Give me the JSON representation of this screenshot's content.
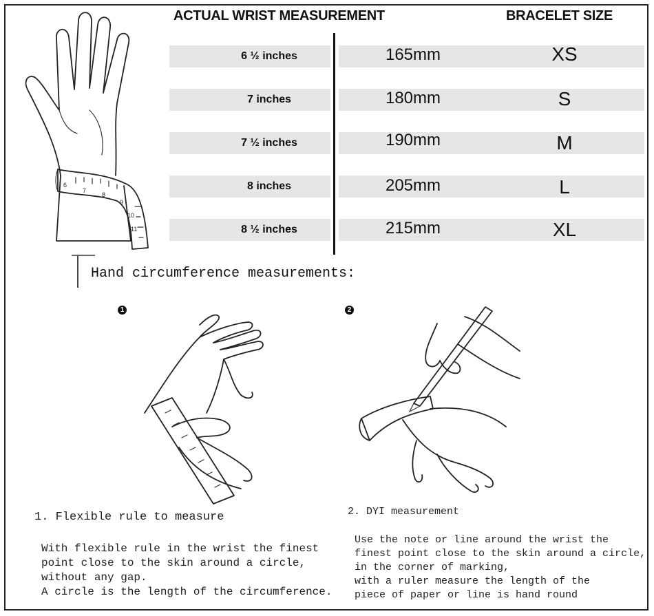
{
  "header": {
    "wrist_title": "ACTUAL WRIST MEASUREMENT",
    "size_title": "BRACELET SIZE"
  },
  "sizes": [
    {
      "inches": "6 ½ inches",
      "mm": "165mm",
      "size": "XS"
    },
    {
      "inches": "7 inches",
      "mm": "180mm",
      "size": "S"
    },
    {
      "inches": "7 ½ inches",
      "mm": "190mm",
      "size": "M"
    },
    {
      "inches": "8 inches",
      "mm": "205mm",
      "size": "L"
    },
    {
      "inches": "8 ½ inches",
      "mm": "215mm",
      "size": "XL"
    }
  ],
  "tape_numbers": [
    "6",
    "7",
    "8",
    "9",
    "10",
    "11"
  ],
  "section_title": "Hand circumference measurements:",
  "step1": {
    "number": "1",
    "caption": "1. Flexible rule to measure",
    "lines": [
      "With flexible rule in the wrist the finest",
      "point close to the skin around a circle,",
      "without any gap.",
      "A circle is the length of the circumference."
    ]
  },
  "step2": {
    "number": "2",
    "caption": "2. DYI measurement",
    "lines": [
      "Use the note or line around the wrist the",
      "finest point close to the skin around a circle,",
      "in the corner of marking,",
      "with a ruler measure the length of the",
      "piece of paper or line is hand round"
    ]
  }
}
